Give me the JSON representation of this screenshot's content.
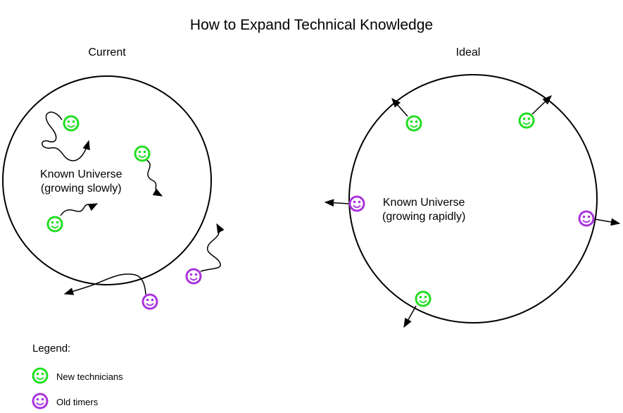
{
  "title": "How to Expand Technical Knowledge",
  "panels": {
    "current": {
      "label": "Current",
      "universe_line1": "Known Universe",
      "universe_line2": "(growing slowly)"
    },
    "ideal": {
      "label": "Ideal",
      "universe_line1": "Known Universe",
      "universe_line2": "(growing rapidly)"
    }
  },
  "legend": {
    "title": "Legend:",
    "items": [
      {
        "label": "New technicians",
        "color": "#22dd22",
        "icon": "smiley-green-icon"
      },
      {
        "label": "Old timers",
        "color": "#aa33dd",
        "icon": "smiley-purple-icon"
      }
    ]
  },
  "colors": {
    "new": "#22dd22",
    "old": "#aa33dd",
    "line": "#000000"
  }
}
